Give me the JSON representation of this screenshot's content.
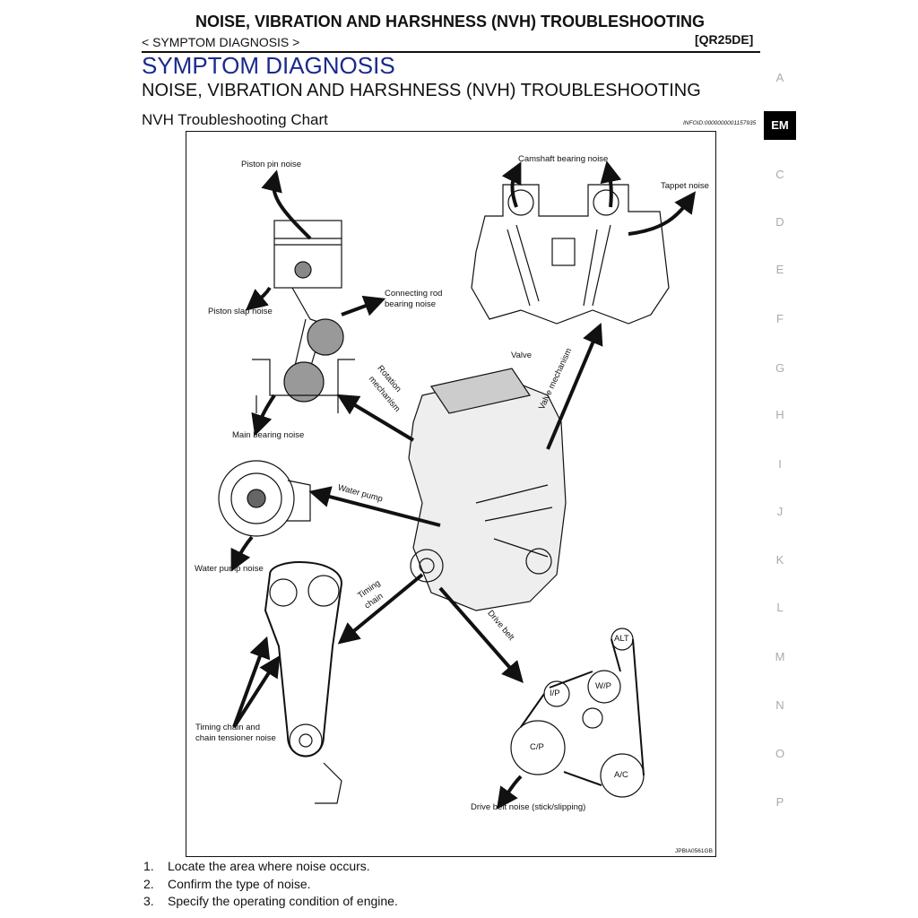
{
  "header": {
    "running_title": "NOISE, VIBRATION AND HARSHNESS (NVH) TROUBLESHOOTING",
    "breadcrumb": "< SYMPTOM DIAGNOSIS >",
    "engine_code": "[QR25DE]"
  },
  "section_title": "SYMPTOM DIAGNOSIS",
  "subsection_title": "NOISE, VIBRATION AND HARSHNESS (NVH) TROUBLESHOOTING",
  "chart_title": "NVH Troubleshooting Chart",
  "infoid": "INFOID:0000000001157935",
  "figure": {
    "labels": {
      "piston_pin": "Piston pin noise",
      "camshaft": "Camshaft bearing noise",
      "tappet": "Tappet noise",
      "piston_slap": "Piston slap noise",
      "conrod_1": "Connecting rod",
      "conrod_2": "bearing noise",
      "valve": "Valve",
      "rotation_1": "Rotation",
      "rotation_2": "mechanism",
      "valve_mech": "Valve mechanism",
      "main_bearing": "Main bearing noise",
      "water_pump": "Water pump",
      "water_pump_noise": "Water pump noise",
      "timing_1": "Timing",
      "timing_2": "chain",
      "drive_belt": "Drive belt",
      "timing_noise_1": "Timing chain and",
      "timing_noise_2": "chain tensioner noise",
      "alt": "ALT",
      "wp": "W/P",
      "ip": "I/P",
      "cp": "C/P",
      "ac": "A/C",
      "belt_noise": "Drive belt noise (stick/slipping)",
      "code": "JPBIA0561GB"
    }
  },
  "steps": [
    {
      "num": "1.",
      "text": "Locate the area where noise occurs."
    },
    {
      "num": "2.",
      "text": "Confirm the type of noise."
    },
    {
      "num": "3.",
      "text": "Specify the operating condition of engine."
    }
  ],
  "side_tabs": [
    "A",
    "EM",
    "C",
    "D",
    "E",
    "F",
    "G",
    "H",
    "I",
    "J",
    "K",
    "L",
    "M",
    "N",
    "O",
    "P"
  ],
  "active_tab": "EM"
}
